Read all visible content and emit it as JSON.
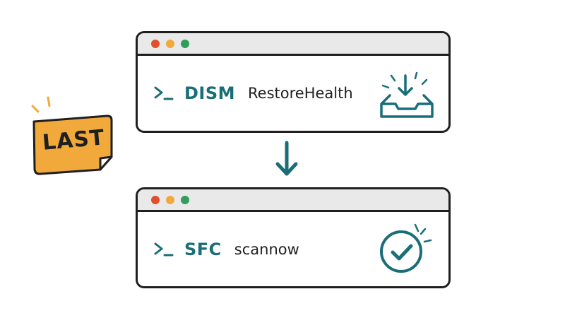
{
  "badge": {
    "label": "LAST",
    "color": "#f2a93b"
  },
  "steps": [
    {
      "command": "DISM",
      "argument": "RestoreHealth",
      "status_icon": "download-tray-icon"
    },
    {
      "command": "SFC",
      "argument": "scannow",
      "status_icon": "check-circle-icon"
    }
  ],
  "flow_arrow_icon": "arrow-down-icon",
  "colors": {
    "accent": "#1a6e78",
    "outline": "#1f1f1f",
    "titlebar": "#e9e9e9",
    "dot_red": "#e0502a",
    "dot_amber": "#f2a93b",
    "dot_green": "#2f9e5b"
  }
}
